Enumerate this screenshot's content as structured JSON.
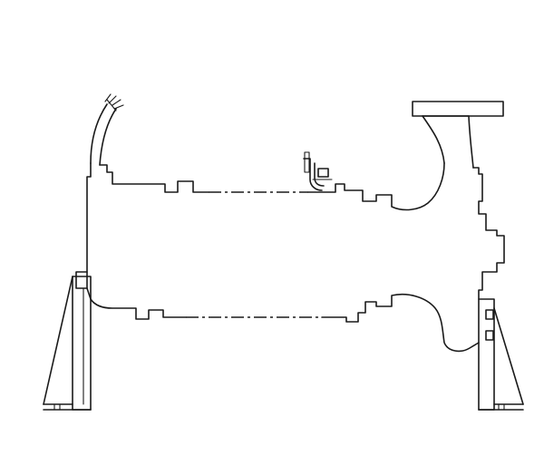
{
  "drawing": {
    "kind": "technical line drawing",
    "line_color": "#1a1a1a",
    "background_color": "#ffffff",
    "components": [
      "left-support-bracket",
      "right-support-bracket",
      "casing-upper-outline",
      "casing-lower-outline",
      "inlet-flange",
      "outlet-nozzle",
      "small-pipe-connection",
      "vent-pipe"
    ]
  }
}
